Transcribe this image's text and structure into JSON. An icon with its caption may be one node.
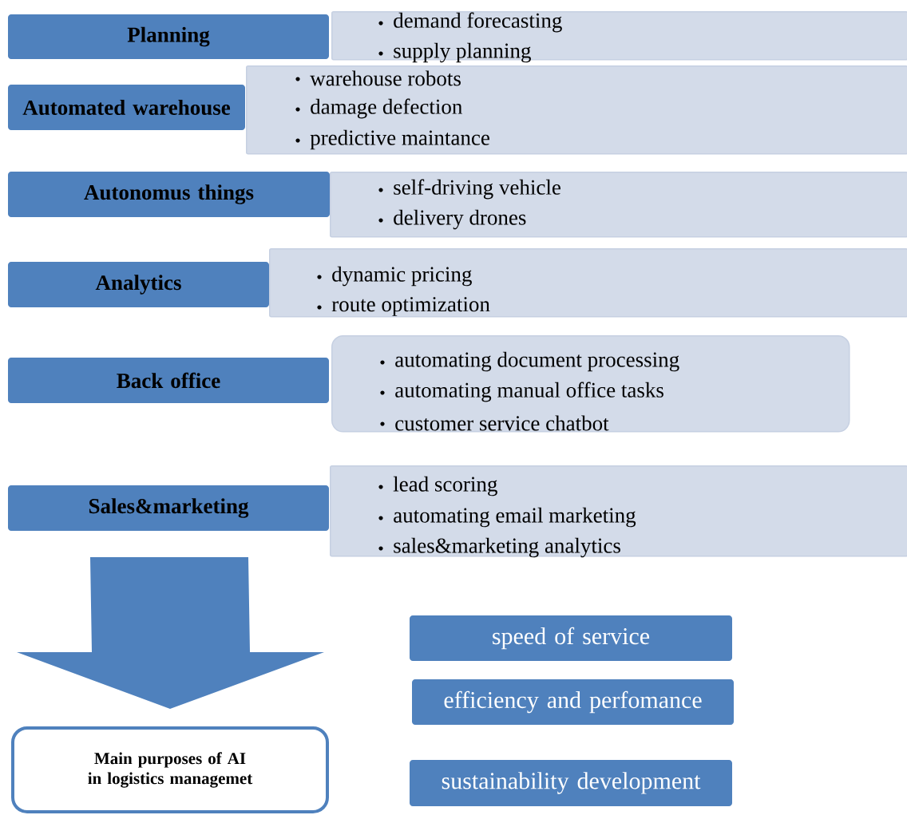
{
  "diagram": {
    "nodes": [
      {
        "text": [
          "Planning"
        ]
      },
      {
        "text": [
          "demand forecasting",
          "supply planning"
        ]
      },
      {
        "text": [
          "Automated warehouse"
        ]
      },
      {
        "text": [
          "warehouse robots",
          "damage defection",
          "predictive maintance"
        ]
      },
      {
        "text": [
          "Autonomus things"
        ]
      },
      {
        "text": [
          "self-driving vehicle",
          "delivery drones"
        ]
      },
      {
        "text": [
          "Analytics"
        ]
      },
      {
        "text": [
          "dynamic pricing",
          "route optimization"
        ]
      },
      {
        "text": [
          "Back office"
        ]
      },
      {
        "text": [
          "automating document processing",
          "automating manual office tasks",
          "customer service chatbot"
        ]
      },
      {
        "text": [
          "Sales&marketing"
        ]
      },
      {
        "text": [
          "lead scoring",
          "automating email marketing",
          "sales&marketing analytics"
        ]
      },
      {
        "text": [
          "Main purposes of AI in logistics managemet"
        ]
      },
      {
        "text": [
          "speed of service"
        ]
      },
      {
        "text": [
          "efficiency and perfomance"
        ]
      },
      {
        "text": [
          "sustainability development"
        ]
      }
    ],
    "edges": [
      {
        "from": null,
        "to": 12,
        "arrow": "to",
        "style": "thick"
      }
    ]
  }
}
